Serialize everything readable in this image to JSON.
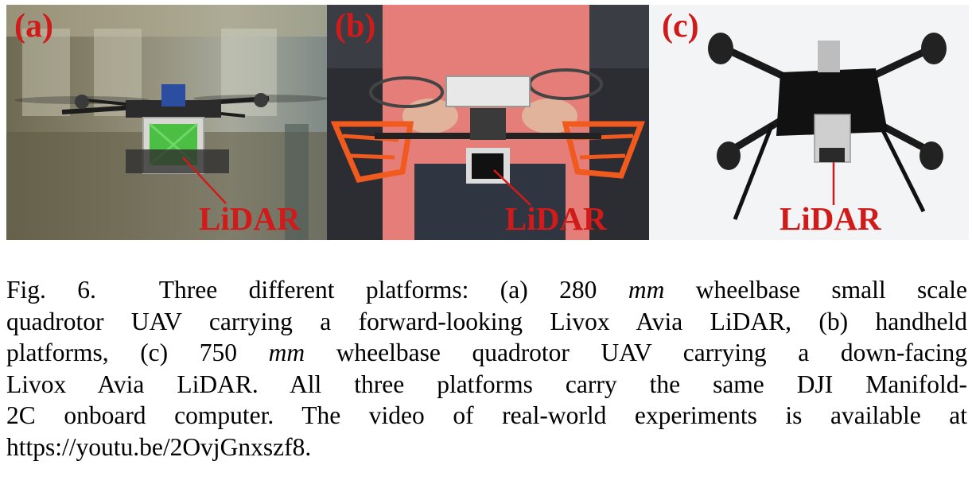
{
  "figure": {
    "panels": [
      {
        "letter": "(a)",
        "label": "LiDAR"
      },
      {
        "letter": "(b)",
        "label": "LiDAR"
      },
      {
        "letter": "(c)",
        "label": "LiDAR"
      }
    ]
  },
  "caption": {
    "l1a": "Fig. 6.  Three different platforms: (a) 280",
    "l1b": "mm",
    "l1c": "wheelbase small scale",
    "l2": "quadrotor UAV carrying a forward-looking Livox Avia LiDAR, (b) handheld",
    "l3a": "platforms, (c) 750",
    "l3b": "mm",
    "l3c": "wheelbase quadrotor UAV carrying a down-facing",
    "l4": "Livox Avia LiDAR. All three platforms carry the same DJI Manifold-",
    "l5": "2C onboard computer. The video of real-world experiments is available at",
    "l6": "https://youtu.be/2OvjGnxszf8."
  }
}
